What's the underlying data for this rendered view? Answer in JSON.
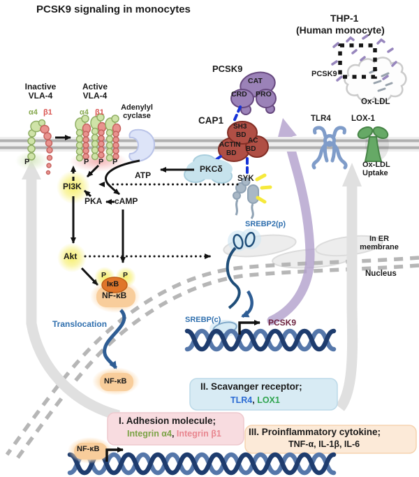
{
  "title": "PCSK9 signaling in monocytes",
  "thp1": {
    "title": "THP-1",
    "subtitle": "(Human monocyte)",
    "pcsk9": "PCSK9",
    "oxldl": "Ox-LDL"
  },
  "membrane": {
    "inactive1": "Inactive",
    "inactive2": "VLA-4",
    "active1": "Active",
    "active2": "VLA-4",
    "alpha4": "α4",
    "beta1": "β1",
    "adenylyl1": "Adenylyl",
    "adenylyl2": "cyclase",
    "tlr4": "TLR4",
    "lox1": "LOX-1",
    "oxldl_uptake1": "Ox-LDL",
    "oxldl_uptake2": "Uptake",
    "phospho": "P"
  },
  "proteins": {
    "pcsk9": "PCSK9",
    "cat": "CAT",
    "crd": "CRD",
    "pro": "PRO",
    "cap1": "CAP1",
    "sh3": "SH3",
    "bd": "BD",
    "actin": "ACTIN",
    "ac": "AC",
    "pkcd": "PKCδ",
    "syk": "SYK"
  },
  "signaling": {
    "atp": "ATP",
    "camp": "cAMP",
    "pka": "PKA",
    "pi3k": "PI3K",
    "akt": "Akt",
    "phospho": "P",
    "ikb": "IκB",
    "nfkb": "NF-κB",
    "translocation": "Translocation",
    "srebp2p": "SREBP2(p)",
    "srebpc": "SREBP(c)",
    "pcsk9_gene": "PCSK9"
  },
  "compartments": {
    "in_er1": "In ER",
    "in_er2": "membrane",
    "nucleus": "Nucleus"
  },
  "outcomes": {
    "box1": {
      "title": "I. Adhesion molecule;",
      "item1": "Integrin α4",
      "sep": ", ",
      "item2": "Integrin β1"
    },
    "box2": {
      "title": "II. Scavanger receptor;",
      "item1": "TLR4",
      "sep": ", ",
      "item2": "LOX1"
    },
    "box3": {
      "title": "III. Proinflammatory cytokine;",
      "items": "TNF-α, IL-1β, IL-6"
    }
  },
  "colors": {
    "pcsk9_protein": "#9b82b8",
    "cap1_protein": "#b04f45",
    "secretion_arrow": "#b2a0cc",
    "feedback_arrow": "#e0e0e0",
    "membrane": "#b0b0b0",
    "tlr4_text": "#2b6bd4",
    "lox1_text": "#2fa44f",
    "integrin_a4_text": "#7aa245",
    "integrin_b1_text": "#e8868f",
    "srebp_text": "#2f6fae",
    "dna_dark": "#1e3c6e",
    "dna_light": "#5577aa",
    "box1_bg": "#f8dce0",
    "box2_bg": "#d8ebf4",
    "box3_bg": "#fcead8",
    "nfkb_bg": "#f8cd9b",
    "ikb_bg": "#e0762a",
    "glow_yellow": "#f7ef6d"
  }
}
